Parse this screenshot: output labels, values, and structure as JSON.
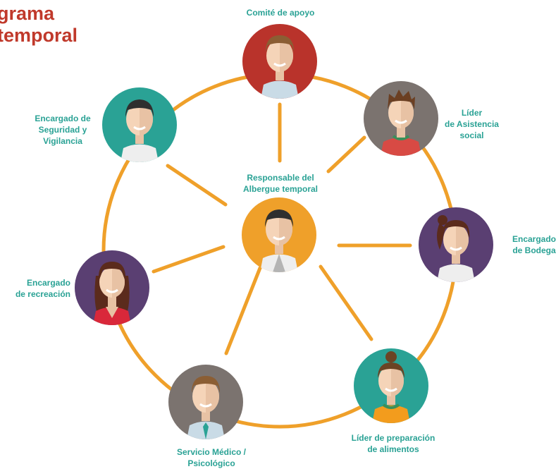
{
  "title": "grama\ntemporal",
  "center": {
    "label": "Responsable del\nAlbergue temporal"
  },
  "roles": [
    {
      "id": "comite",
      "label": "Comité de apoyo"
    },
    {
      "id": "lider-asistencia",
      "label": "Líder\nde Asistencia\nsocial"
    },
    {
      "id": "bodega",
      "label": "Encargado\nde Bodega"
    },
    {
      "id": "alimentos",
      "label": "Líder de preparación\nde alimentos"
    },
    {
      "id": "medico",
      "label": "Servicio Médico /\nPsicológico"
    },
    {
      "id": "recreacion",
      "label": "Encargado\nde recreación"
    },
    {
      "id": "seguridad",
      "label": "Encargado de\nSeguridad y\nVigilancia"
    }
  ],
  "colors": {
    "title": "#c0392b",
    "label": "#2aa295",
    "connector": "#efa02a",
    "comite_bg": "#b9332b",
    "asistencia_bg": "#7b736f",
    "bodega_bg": "#5a3f72",
    "alimentos_bg": "#2aa295",
    "medico_bg": "#7b736f",
    "recreacion_bg": "#5a3f72",
    "seguridad_bg": "#2aa295",
    "center_bg": "#efa02a"
  }
}
